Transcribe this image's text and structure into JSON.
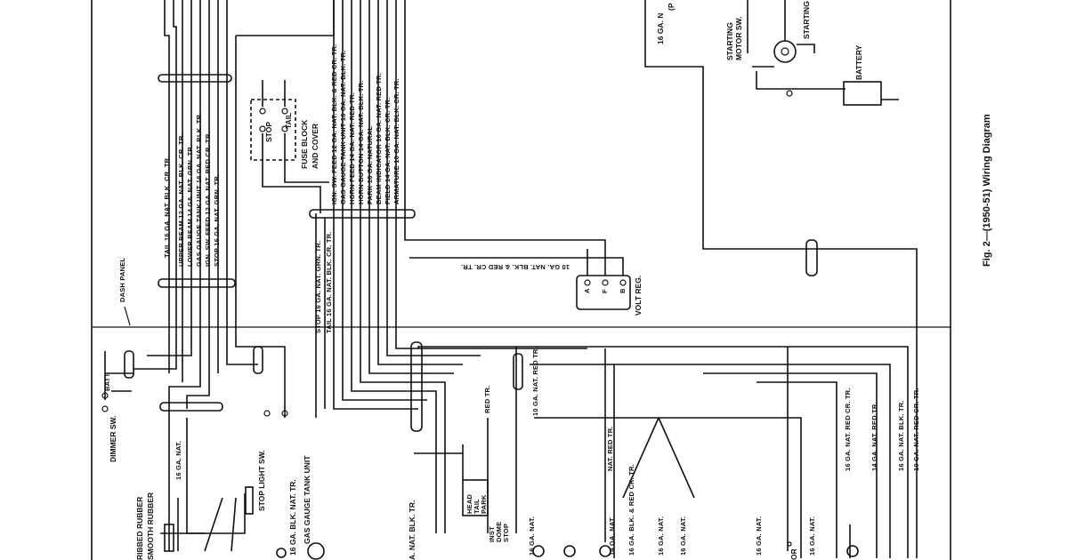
{
  "figure": {
    "title": "Fig. 2—(1950-51) Wiring Diagram"
  },
  "components": {
    "dash_panel": "DASH PANEL",
    "fuse_block": "FUSE BLOCK",
    "fuse_block_cover": "AND COVER",
    "fuse_stop": "STOP",
    "fuse_tail": "TAIL",
    "volt_reg": "VOLT REG.",
    "volt_reg_terminals": [
      "A",
      "F",
      "B"
    ],
    "battery": "BATTERY",
    "starting_motor_sw_1": "STARTING",
    "starting_motor_sw_2": "MOTOR SW.",
    "starting_motor": "STARTING",
    "dimmer_sw": "DIMMER SW.",
    "dimmer_batt": "BATT",
    "stop_light_sw": "STOP LIGHT SW.",
    "gas_gauge_tank_unit": "GAS GAUGE TANK UNIT",
    "gas_gauge_wire": "16 GA. BLK. NAT. TR.",
    "ribbed_rubber": "RIBBED RUBBER",
    "smooth_rubber": "SMOOTH RUBBER",
    "dome_head_tail": [
      "HEAD",
      "TAIL",
      "PARK"
    ],
    "dome_inst_stop": [
      "INST",
      "DOME",
      "STOP"
    ],
    "top_right_partial": "16 GA. N",
    "top_right_partial_p": "(P",
    "bottom_right_partial": "OR"
  },
  "wire_labels_left": [
    "TAIL 16 GA. NAT. BLK. CR. TR.",
    "UPPER BEAM 12 GA. NAT. BLK. CR. TR.",
    "LOWER BEAM 14 GA. NAT. GRN. TR.",
    "GAS GAUGE TANK UNIT 16 GA. NAT. BLK. TR.",
    "IGN. SW. FEED 12 GA. NAT. RED CR. TR.",
    "STOP 16 GA. NAT. GRN. TR."
  ],
  "wire_labels_center": [
    "IGN. SW. FEED 12 GA. NAT. BLK. & RED CR. TR.",
    "GAS GAUGE TANK UNIT 16 GA. NAT. BLK. TR.",
    "HORN FEED 14 GA. NAT. RED TR.",
    "HORN BUTTON 14 GA. NAT. BLK. TR.",
    "PARK 16 GA. NATURAL",
    "BEAM INDICATOR 16 GA. NAT. RED TR.",
    "FIELD 14 GA. NAT. BLK. CR. TR.",
    "ARMATURE 10 GA. NAT. BLK. CR. TR."
  ],
  "wire_labels_stop_tail": [
    "STOP 16 GA. NAT. GRN. TR.",
    "TAIL 16 GA. NAT. BLK. CR. TR."
  ],
  "wire_labels_misc": {
    "volt_reg_wire": "10 GA. NAT. BLK. & RED CR. TR.",
    "ga16_nat": "16 GA. NAT.",
    "red_tr": "RED TR.",
    "ga10_nat_red_tr": "10 GA. NAT. RED TR.",
    "nat_red_tr": "NAT. RED TR.",
    "nat_blk_tr_bottom": "A. NAT. BLK. TR.",
    "bottom_ga16_nat": "16 GA. NAT.",
    "bottom_ga14": "14 GA. NAT.",
    "bottom_blk_red": "16 GA. BLK. & RED CR. TR.",
    "bottom_right_1": "16 GA. NAT. RED CR. TR.",
    "bottom_right_2": "14 GA. NAT. RED TR.",
    "bottom_right_3": "16 GA. NAT. BLK. TR.",
    "bottom_right_4": "10 GA. NAT. RED CR. TR."
  }
}
